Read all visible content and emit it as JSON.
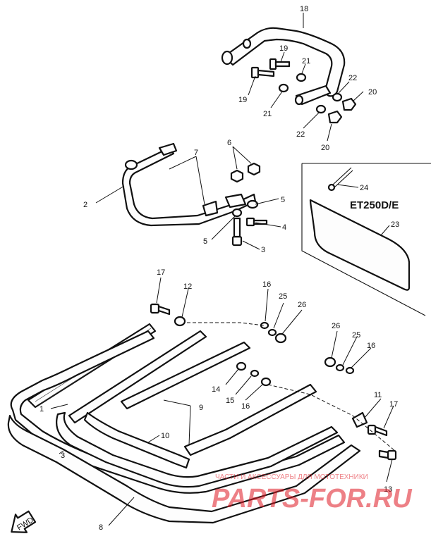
{
  "diagram": {
    "model_label": "ET250D/E",
    "fwd_label": "FWD",
    "callouts": {
      "c1": "1",
      "c2": "2",
      "c3": "3",
      "c4": "4",
      "c5a": "5",
      "c5b": "5",
      "c6": "6",
      "c7": "7",
      "c8": "8",
      "c9": "9",
      "c10": "10",
      "c11": "11",
      "c12": "12",
      "c13": "13",
      "c14": "14",
      "c15": "15",
      "c16a": "16",
      "c16b": "16",
      "c16c": "16",
      "c17a": "17",
      "c17b": "17",
      "c18": "18",
      "c19a": "19",
      "c19b": "19",
      "c20a": "20",
      "c20b": "20",
      "c21a": "21",
      "c21b": "21",
      "c22a": "22",
      "c22b": "22",
      "c23": "23",
      "c24": "24",
      "c25a": "25",
      "c25b": "25",
      "c26a": "26",
      "c26b": "26"
    }
  },
  "watermark": {
    "top_text": "ЧАСТИ И АКСЕССУАРЫ ДЛЯ МОТОТЕХНИКИ",
    "brand_text": "PARTS-FOR.RU",
    "color": "#e01a24"
  }
}
